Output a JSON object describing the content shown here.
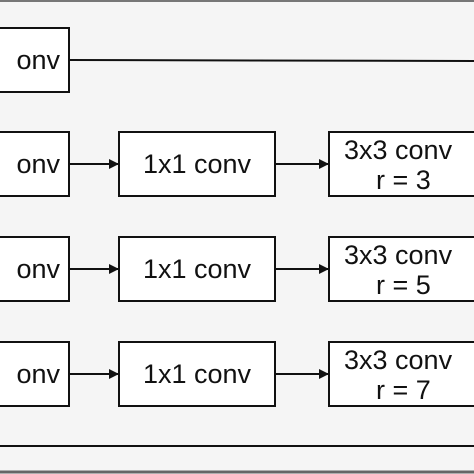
{
  "colors": {
    "background": "#f5f5f5",
    "box_fill": "#ffffff",
    "stroke": "#111111"
  },
  "rows": [
    {
      "left_box": "onv"
    },
    {
      "left_box": "onv",
      "middle_box": "1x1 conv",
      "right_box": {
        "line1": "3x3 conv",
        "line2": "r = 3"
      }
    },
    {
      "left_box": "onv",
      "middle_box": "1x1 conv",
      "right_box": {
        "line1": "3x3 conv",
        "line2": "r = 5"
      }
    },
    {
      "left_box": "onv",
      "middle_box": "1x1 conv",
      "right_box": {
        "line1": "3x3 conv",
        "line2": "r = 7"
      }
    }
  ]
}
